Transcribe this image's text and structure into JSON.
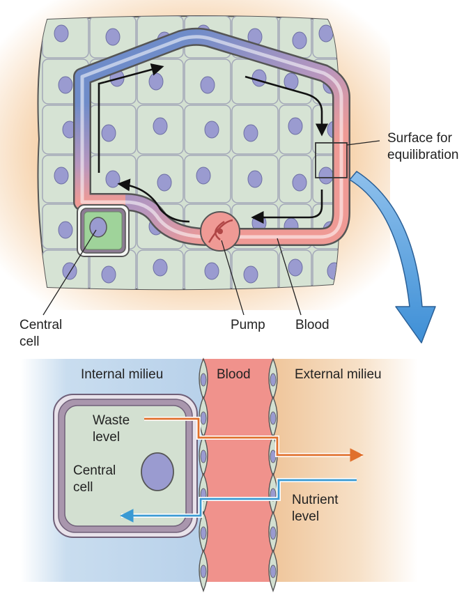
{
  "top_panel": {
    "labels": {
      "surface_line1": "Surface for",
      "surface_line2": "equilibration",
      "central_line1": "Central",
      "central_line2": "cell",
      "pump": "Pump",
      "blood": "Blood"
    }
  },
  "bottom_panel": {
    "labels": {
      "internal_milieu": "Internal milieu",
      "blood": "Blood",
      "external_milieu": "External milieu",
      "waste_line1": "Waste",
      "waste_line2": "level",
      "central_line1": "Central",
      "central_line2": "cell",
      "nutrient_line1": "Nutrient",
      "nutrient_line2": "level"
    }
  },
  "colors": {
    "cell_fill": "#d3e0d1",
    "nucleus": "#9a9bd0",
    "vessel_blue": "#6f8cc9",
    "vessel_red": "#ef9a95",
    "central_cell_green": "#9fd39a",
    "waste_arrow": "#e0702c",
    "nutrient_arrow": "#3a9ad3",
    "curved_arrow": "#4a97d8",
    "blood_band": "#f0928c"
  }
}
